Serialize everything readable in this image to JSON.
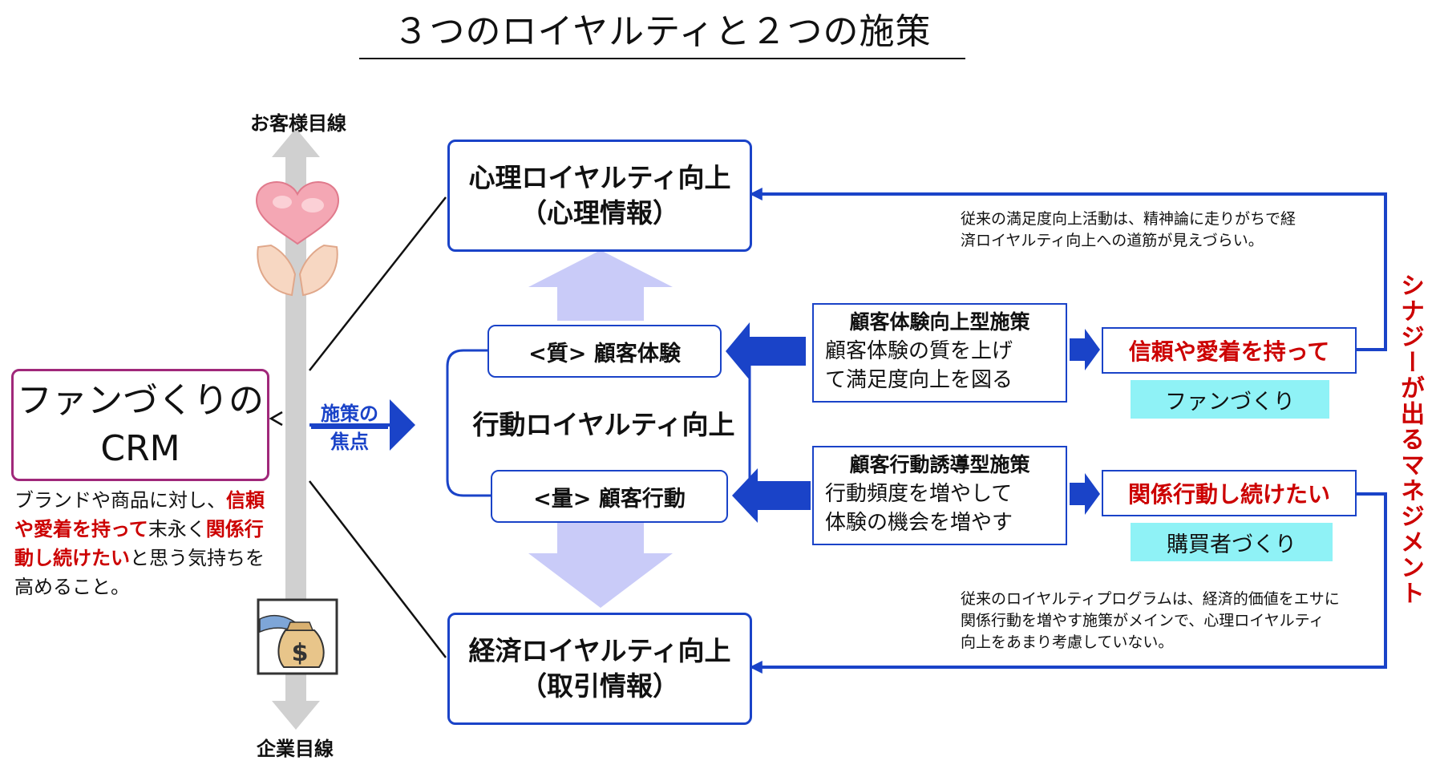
{
  "title": "３つのロイヤルティと２つの施策",
  "axis": {
    "top_label": "お客様目線",
    "bottom_label": "企業目線"
  },
  "crm": {
    "line1": "ファンづくりの",
    "line2": "CRM",
    "desc": [
      {
        "text": "ブランドや商品に対し、",
        "red": false
      },
      {
        "text": "信頼や愛着を持って",
        "red": true
      },
      {
        "text": "末永く",
        "red": false
      },
      {
        "text": "関係行動し続けたい",
        "red": true
      },
      {
        "text": "と思う気持ちを高めること。",
        "red": false
      }
    ]
  },
  "focus": {
    "line1": "施策の",
    "line2": "焦点"
  },
  "psych": {
    "line1": "心理ロイヤルティ向上",
    "line2": "（心理情報）"
  },
  "behavior": {
    "title": "行動ロイヤルティ向上",
    "quality": "<質> 顧客体験",
    "quantity": "<量> 顧客行動"
  },
  "econ": {
    "line1": "経済ロイヤルティ向上",
    "line2": "（取引情報）"
  },
  "measure1": {
    "heading": "顧客体験向上型施策",
    "line1": "顧客体験の質を上げ",
    "line2": "て満足度向上を図る"
  },
  "measure2": {
    "heading": "顧客行動誘導型施策",
    "line1": "行動頻度を増やして",
    "line2": "体験の機会を増やす"
  },
  "goal1": {
    "label": "信頼や愛着を持って",
    "tag": "ファンづくり"
  },
  "goal2": {
    "label": "関係行動し続けたい",
    "tag": "購買者づくり"
  },
  "note_top": {
    "line1": "従来の満足度向上活動は、精神論に走りがちで経",
    "line2": "済ロイヤルティ向上への道筋が見えづらい。"
  },
  "note_bottom": {
    "line1": "従来のロイヤルティプログラムは、経済的価値をエサに",
    "line2": "関係行動を増やす施策がメインで、心理ロイヤルティ",
    "line3": "向上をあまり考慮していない。"
  },
  "synergy": "シナジーが出るマネジメント",
  "icons": {
    "top": "heart-in-hands-icon",
    "bottom": "money-bag-hand-icon"
  },
  "colors": {
    "blue": "#1a43c8",
    "red": "#cc0000",
    "purple": "#a0287a",
    "cyan": "#8ff2f6",
    "lavender": "#c9cbf8",
    "gray_axis": "#d0d0d0"
  }
}
